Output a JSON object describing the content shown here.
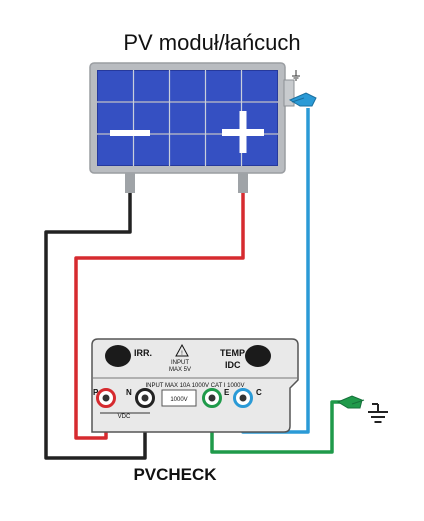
{
  "title": "PV moduł/łańcuch",
  "device": {
    "name": "PVCHECK",
    "irr_label": "IRR.",
    "temp_label": "TEMP",
    "idc_label": "IDC",
    "input_label": "INPUT",
    "input_max": "MAX 5V",
    "rating_line": "INPUT MAX 10A  1000V  CAT I 1000V",
    "center_label": "1000V",
    "vdc_label": "VDC",
    "terminals": [
      "P",
      "N",
      "E",
      "C"
    ]
  },
  "module": {
    "minus_symbol": "−",
    "plus_symbol": "+"
  },
  "colors": {
    "panel_frame": "#b9bcc0",
    "cell": "#2a3fa7",
    "wire_black": "#222222",
    "wire_red": "#d62a2f",
    "wire_blue": "#2a9ad6",
    "wire_green": "#1f9a4a",
    "device_body": "#e9e9e9"
  }
}
